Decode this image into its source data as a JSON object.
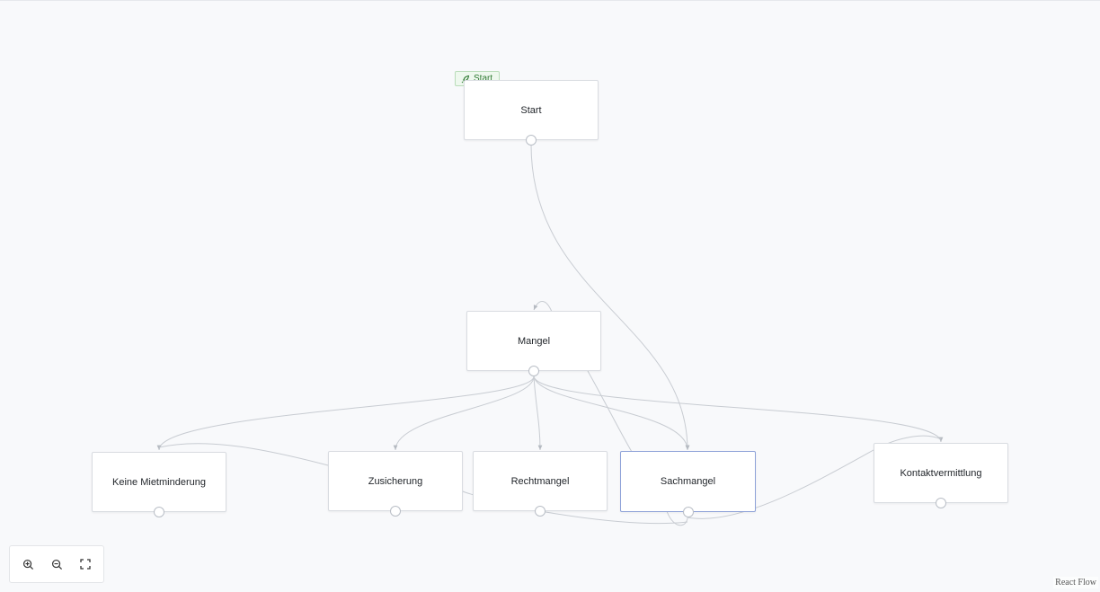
{
  "start_badge": {
    "label": "Start",
    "icon": "rocket-icon",
    "color": "#2f7a33"
  },
  "nodes": {
    "start": {
      "label": "Start"
    },
    "mangel": {
      "label": "Mangel"
    },
    "keine_mietminderung": {
      "label": "Keine Mietminderung"
    },
    "zusicherung": {
      "label": "Zusicherung"
    },
    "rechtmangel": {
      "label": "Rechtmangel"
    },
    "sachmangel": {
      "label": "Sachmangel",
      "selected": true
    },
    "kontaktvermittlung": {
      "label": "Kontaktvermittlung"
    }
  },
  "controls": {
    "zoom_in": "zoom-in-icon",
    "zoom_out": "zoom-out-icon",
    "fit_view": "fit-view-icon"
  },
  "attribution": "React Flow",
  "colors": {
    "edge": "#c2c6cc",
    "selected_border": "#8ea2d8",
    "background": "#f8f9fb"
  }
}
